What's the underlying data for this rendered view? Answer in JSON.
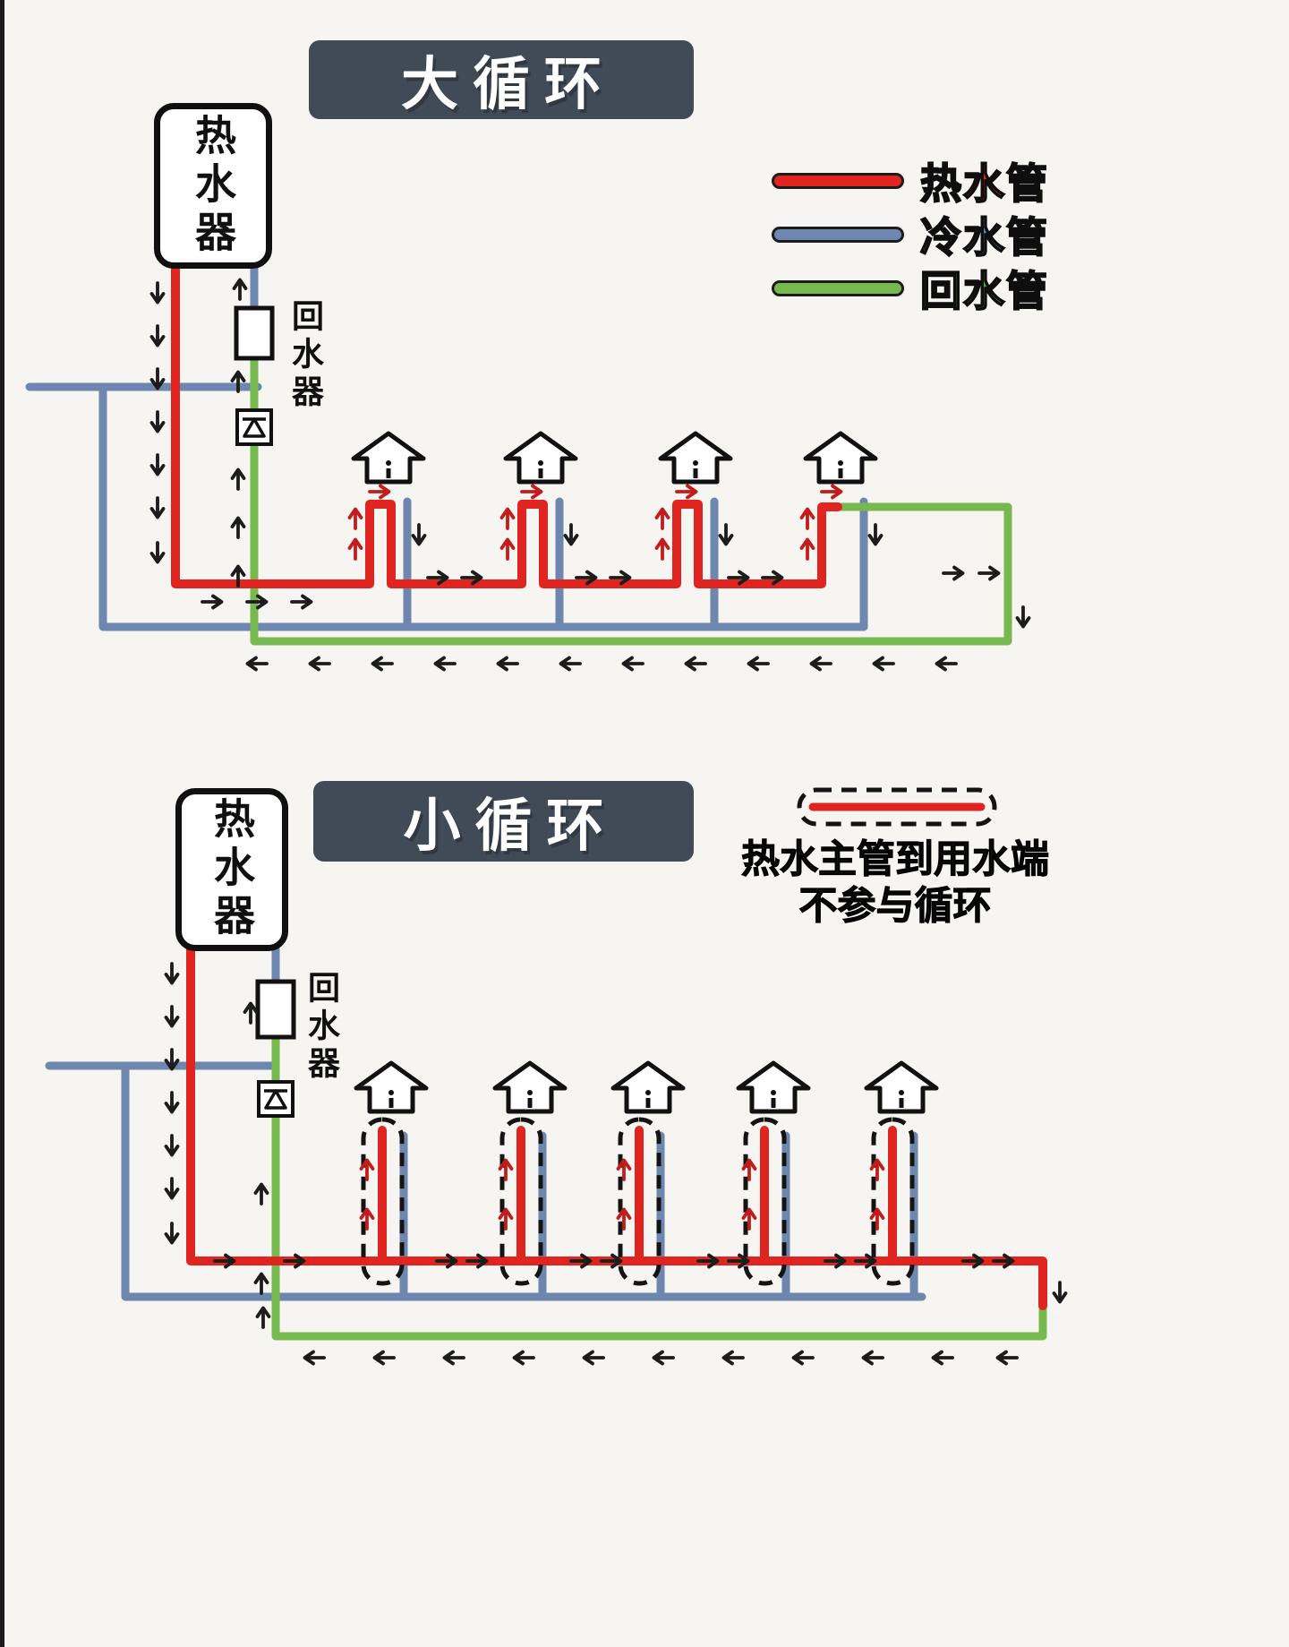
{
  "page": {
    "background": "#f7f5f2"
  },
  "colors": {
    "hot_pipe": "#e0241f",
    "cold_pipe": "#6d87ae",
    "return_pipe": "#77b94e",
    "badge_background": "#414a57",
    "arrow": "#1c1c1c"
  },
  "icons": {
    "faucet": "faucet-outlet-up-arrow",
    "check_valve": "check-valve",
    "flow_arrow": "flow-direction-arrow",
    "dashed_loop": "non-circulating-branch-outline"
  },
  "top_diagram": {
    "title": "大循环",
    "heater_label": "热水器",
    "return_device_label": "回水器"
  },
  "bottom_diagram": {
    "title": "小循环",
    "heater_label": "热水器",
    "return_device_label": "回水器",
    "note_line1": "热水主管到用水端",
    "note_line2": "不参与循环"
  },
  "legend": {
    "hot_label": "热水管",
    "cold_label": "冷水管",
    "return_label": "回水管"
  }
}
